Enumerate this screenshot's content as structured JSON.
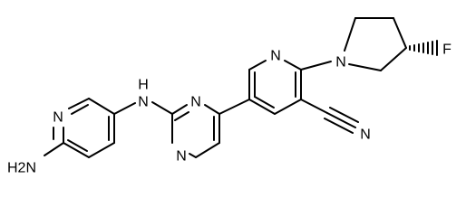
{
  "colors": {
    "ink": "#000000",
    "background": "#ffffff"
  },
  "atoms": {
    "n_aminopyridine": "N",
    "h2n": "H2N",
    "nh_linker": "N",
    "h_linker": "H",
    "n_pyrimidine_top": "N",
    "n_pyrimidine_bottom": "N",
    "n_pyridine": "N",
    "n_pyrrolidine": "N",
    "f": "F",
    "n_nitrile": "N"
  }
}
